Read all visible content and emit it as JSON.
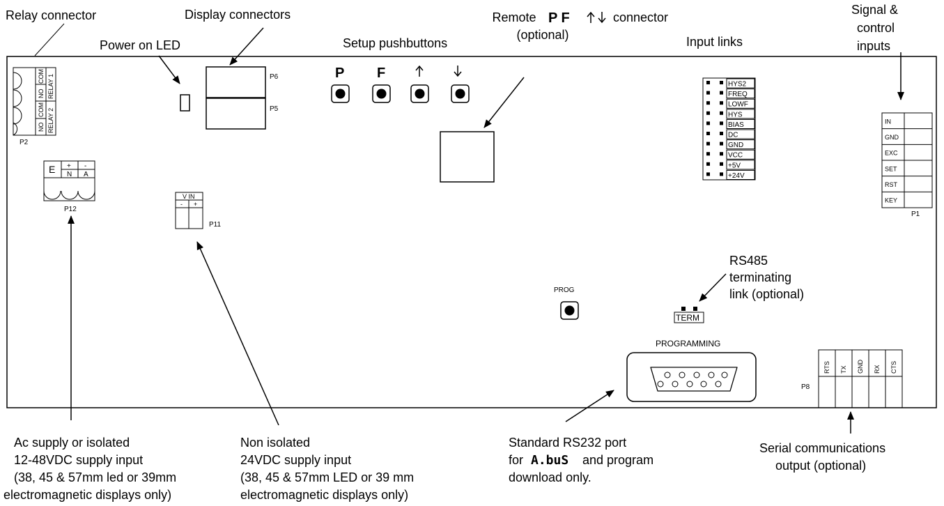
{
  "labels": {
    "relay_connector": "Relay connector",
    "power_led": "Power on LED",
    "display_connectors": "Display connectors",
    "setup_pushbuttons": "Setup pushbuttons",
    "remote_l1": "Remote",
    "remote_l2": "(optional)",
    "pf_connector_keys": "P F",
    "pf_connector_word": "connector",
    "input_links": "Input links",
    "signal_l1": "Signal &",
    "signal_l2": "control",
    "signal_l3": "inputs",
    "rs485_l1": "RS485",
    "rs485_l2": "terminating",
    "rs485_l3": "link (optional)",
    "ac_l1": "Ac supply or isolated",
    "ac_l2": "12-48VDC supply input",
    "ac_l3": "(38, 45 & 57mm led or 39mm",
    "ac_l4": "electromagnetic displays only)",
    "ni_l1": "Non isolated",
    "ni_l2": "24VDC supply input",
    "ni_l3": "(38, 45 & 57mm LED or 39 mm",
    "ni_l4": "electromagnetic displays only)",
    "rs232_l1": "Standard RS232 port",
    "rs232_l2a": "for",
    "rs232_l2b": "and program",
    "rs232_logo": "A.buS",
    "rs232_l3": "download only.",
    "serial_l1": "Serial communications",
    "serial_l2": "output (optional)"
  },
  "board": {
    "p2": "P2",
    "relay1": "RELAY 1",
    "relay2": "RELAY 2",
    "relay_pins": [
      "COM",
      "NO",
      "COM",
      "NO"
    ],
    "p6": "P6",
    "p5": "P5",
    "buttons": [
      "P",
      "F",
      "↑",
      "↓"
    ],
    "p12": "P12",
    "p12_e": "E",
    "p12_plus": "+",
    "p12_minus": "-",
    "p12_n": "N",
    "p12_a": "A",
    "p11": "P11",
    "p11_vin": "V IN",
    "p11_minus": "-",
    "p11_plus": "+",
    "input_links": [
      "HYS2",
      "FREQ",
      "LOWF",
      "HYS",
      "BIAS",
      "DC",
      "GND",
      "VCC",
      "+5V",
      "+24V"
    ],
    "p1_pins": [
      "IN",
      "GND",
      "EXC",
      "SET",
      "RST",
      "KEY"
    ],
    "p1": "P1",
    "prog": "PROG",
    "term": "TERM",
    "programming": "PROGRAMMING",
    "p8": "P8",
    "p8_pins": [
      "RTS",
      "TX",
      "GND",
      "RX",
      "CTS"
    ]
  }
}
